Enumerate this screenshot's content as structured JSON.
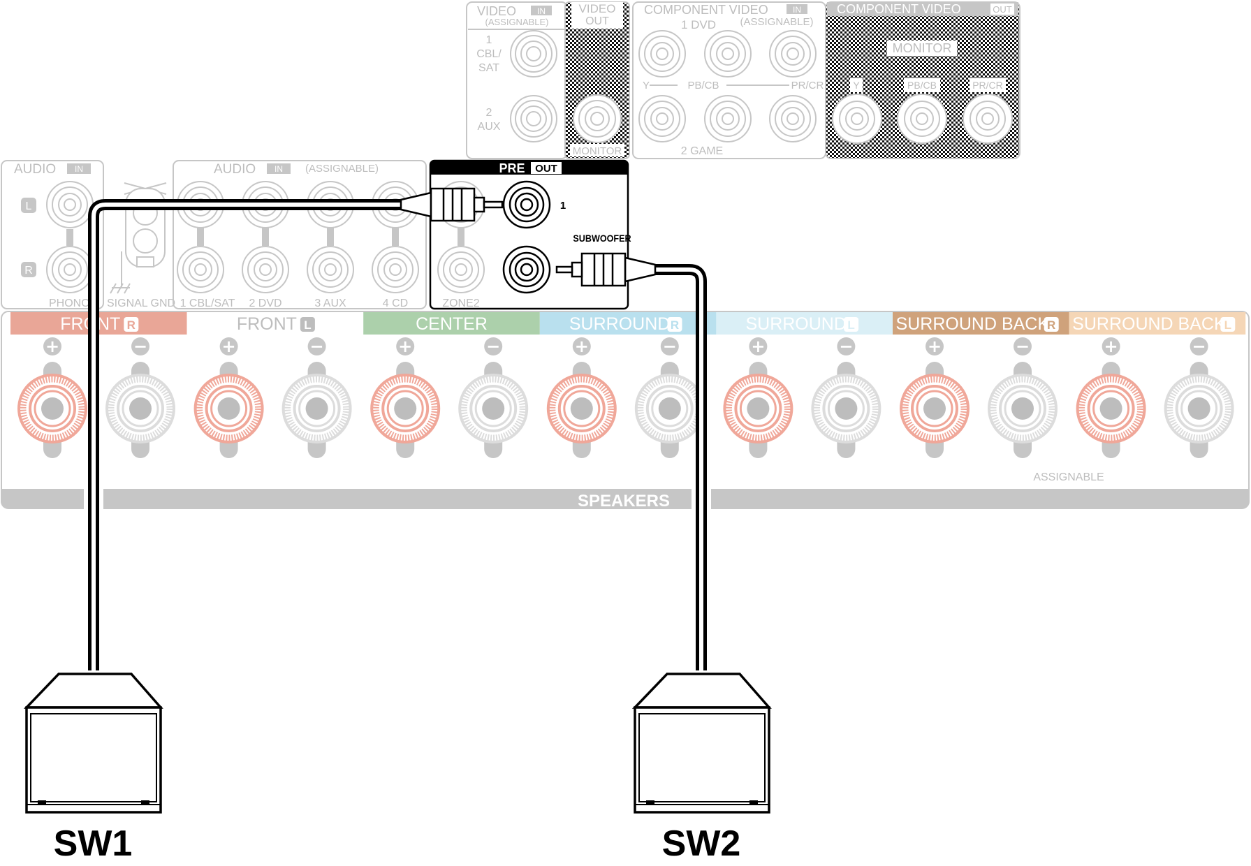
{
  "video_in": {
    "title": "VIDEO",
    "badge": "IN",
    "sub": "(ASSIGNABLE)",
    "in1_num": "1",
    "in1_a": "CBL/",
    "in1_b": "SAT",
    "in2_num": "2",
    "in2_a": "AUX"
  },
  "video_out": {
    "title": "VIDEO",
    "badge": "OUT",
    "monitor": "MONITOR"
  },
  "component_in": {
    "title": "COMPONENT VIDEO",
    "badge": "IN",
    "src1": "1 DVD",
    "sub": "(ASSIGNABLE)",
    "y": "Y",
    "pb": "PB/CB",
    "pr": "PR/CR",
    "src2": "2 GAME"
  },
  "component_out": {
    "title": "COMPONENT VIDEO",
    "badge": "OUT",
    "monitor": "MONITOR",
    "y": "Y",
    "pb": "PB/CB",
    "pr": "PR/CR"
  },
  "audio_in": {
    "title": "AUDIO",
    "badge": "IN",
    "l": "L",
    "r": "R",
    "phono": "PHONO",
    "gnd": "SIGNAL GND"
  },
  "audio_assignable": {
    "title": "AUDIO",
    "badge": "IN",
    "sub": "(ASSIGNABLE)",
    "inputs": [
      "1 CBL/SAT",
      "2 DVD",
      "3 AUX",
      "4 CD"
    ]
  },
  "pre_out": {
    "title": "PRE",
    "badge": "OUT",
    "ch1": "1",
    "subwoofer": "SUBWOOFER",
    "zone2": "ZONE2"
  },
  "speakers": {
    "channels": [
      {
        "name": "FRONT",
        "side": "R",
        "color": "#e9a697"
      },
      {
        "name": "FRONT",
        "side": "L",
        "color": "#ffffff"
      },
      {
        "name": "CENTER",
        "side": "",
        "color": "#acd0ab"
      },
      {
        "name": "SURROUND",
        "side": "R",
        "color": "#b9e0ee"
      },
      {
        "name": "SURROUND",
        "side": "L",
        "color": "#daeff6"
      },
      {
        "name": "SURROUND BACK",
        "side": "R",
        "color": "#cfa27b"
      },
      {
        "name": "SURROUND BACK",
        "side": "L",
        "color": "#f5d6b6"
      }
    ],
    "plus": "+",
    "minus": "−",
    "assignable": "ASSIGNABLE",
    "footer": "SPEAKERS"
  },
  "subwoofers": {
    "sw1": "SW1",
    "sw2": "SW2"
  }
}
